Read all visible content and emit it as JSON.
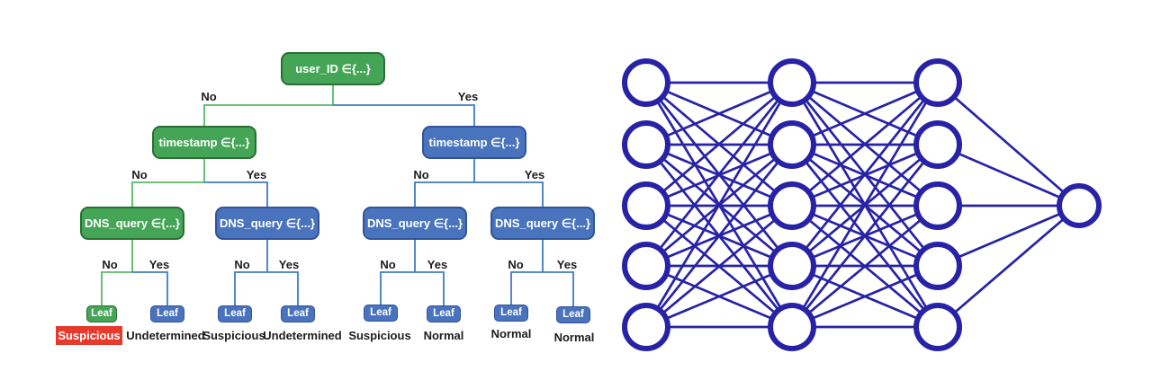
{
  "figure": {
    "description_left": "decision-tree",
    "description_right": "neural-network"
  },
  "tree": {
    "branch_labels": {
      "no": "No",
      "yes": "Yes"
    },
    "nodes": {
      "root": "user_ID ∈{...}",
      "timestamp_left": "timestamp ∈{...}",
      "timestamp_right": "timestamp ∈{...}",
      "dns_1": "DNS_query ∈{...}",
      "dns_2": "DNS_query ∈{...}",
      "dns_3": "DNS_query ∈{...}",
      "dns_4": "DNS_query ∈{...}"
    },
    "leaf_label": "Leaf",
    "results": [
      "Suspicious",
      "Undetermined",
      "Suspicious",
      "Undetermined",
      "Suspicious",
      "Normal",
      "Normal",
      "Normal"
    ],
    "highlighted_result_index": 0
  },
  "nn": {
    "layer_sizes": [
      5,
      5,
      5,
      1
    ],
    "layer_x": [
      718,
      880,
      1042,
      1199
    ],
    "layer_ys": [
      [
        92,
        161,
        229,
        296,
        364
      ],
      [
        92,
        161,
        229,
        296,
        364
      ],
      [
        92,
        161,
        229,
        296,
        364
      ],
      [
        229
      ]
    ],
    "node_radius": 24,
    "output_radius": 22,
    "ring_width": 6,
    "line_width": 2.7
  },
  "colors": {
    "green_fill": "#45a556",
    "green_border": "#2a6e34",
    "blue_fill": "#4a73be",
    "blue_border": "#31549b",
    "green_line": "#58b968",
    "blue_line": "#3e7cc1",
    "red_fill": "#e8392d",
    "text_white": "#ffffff",
    "label_black": "#1c1c1c",
    "nn_blue": "#2823a6"
  }
}
